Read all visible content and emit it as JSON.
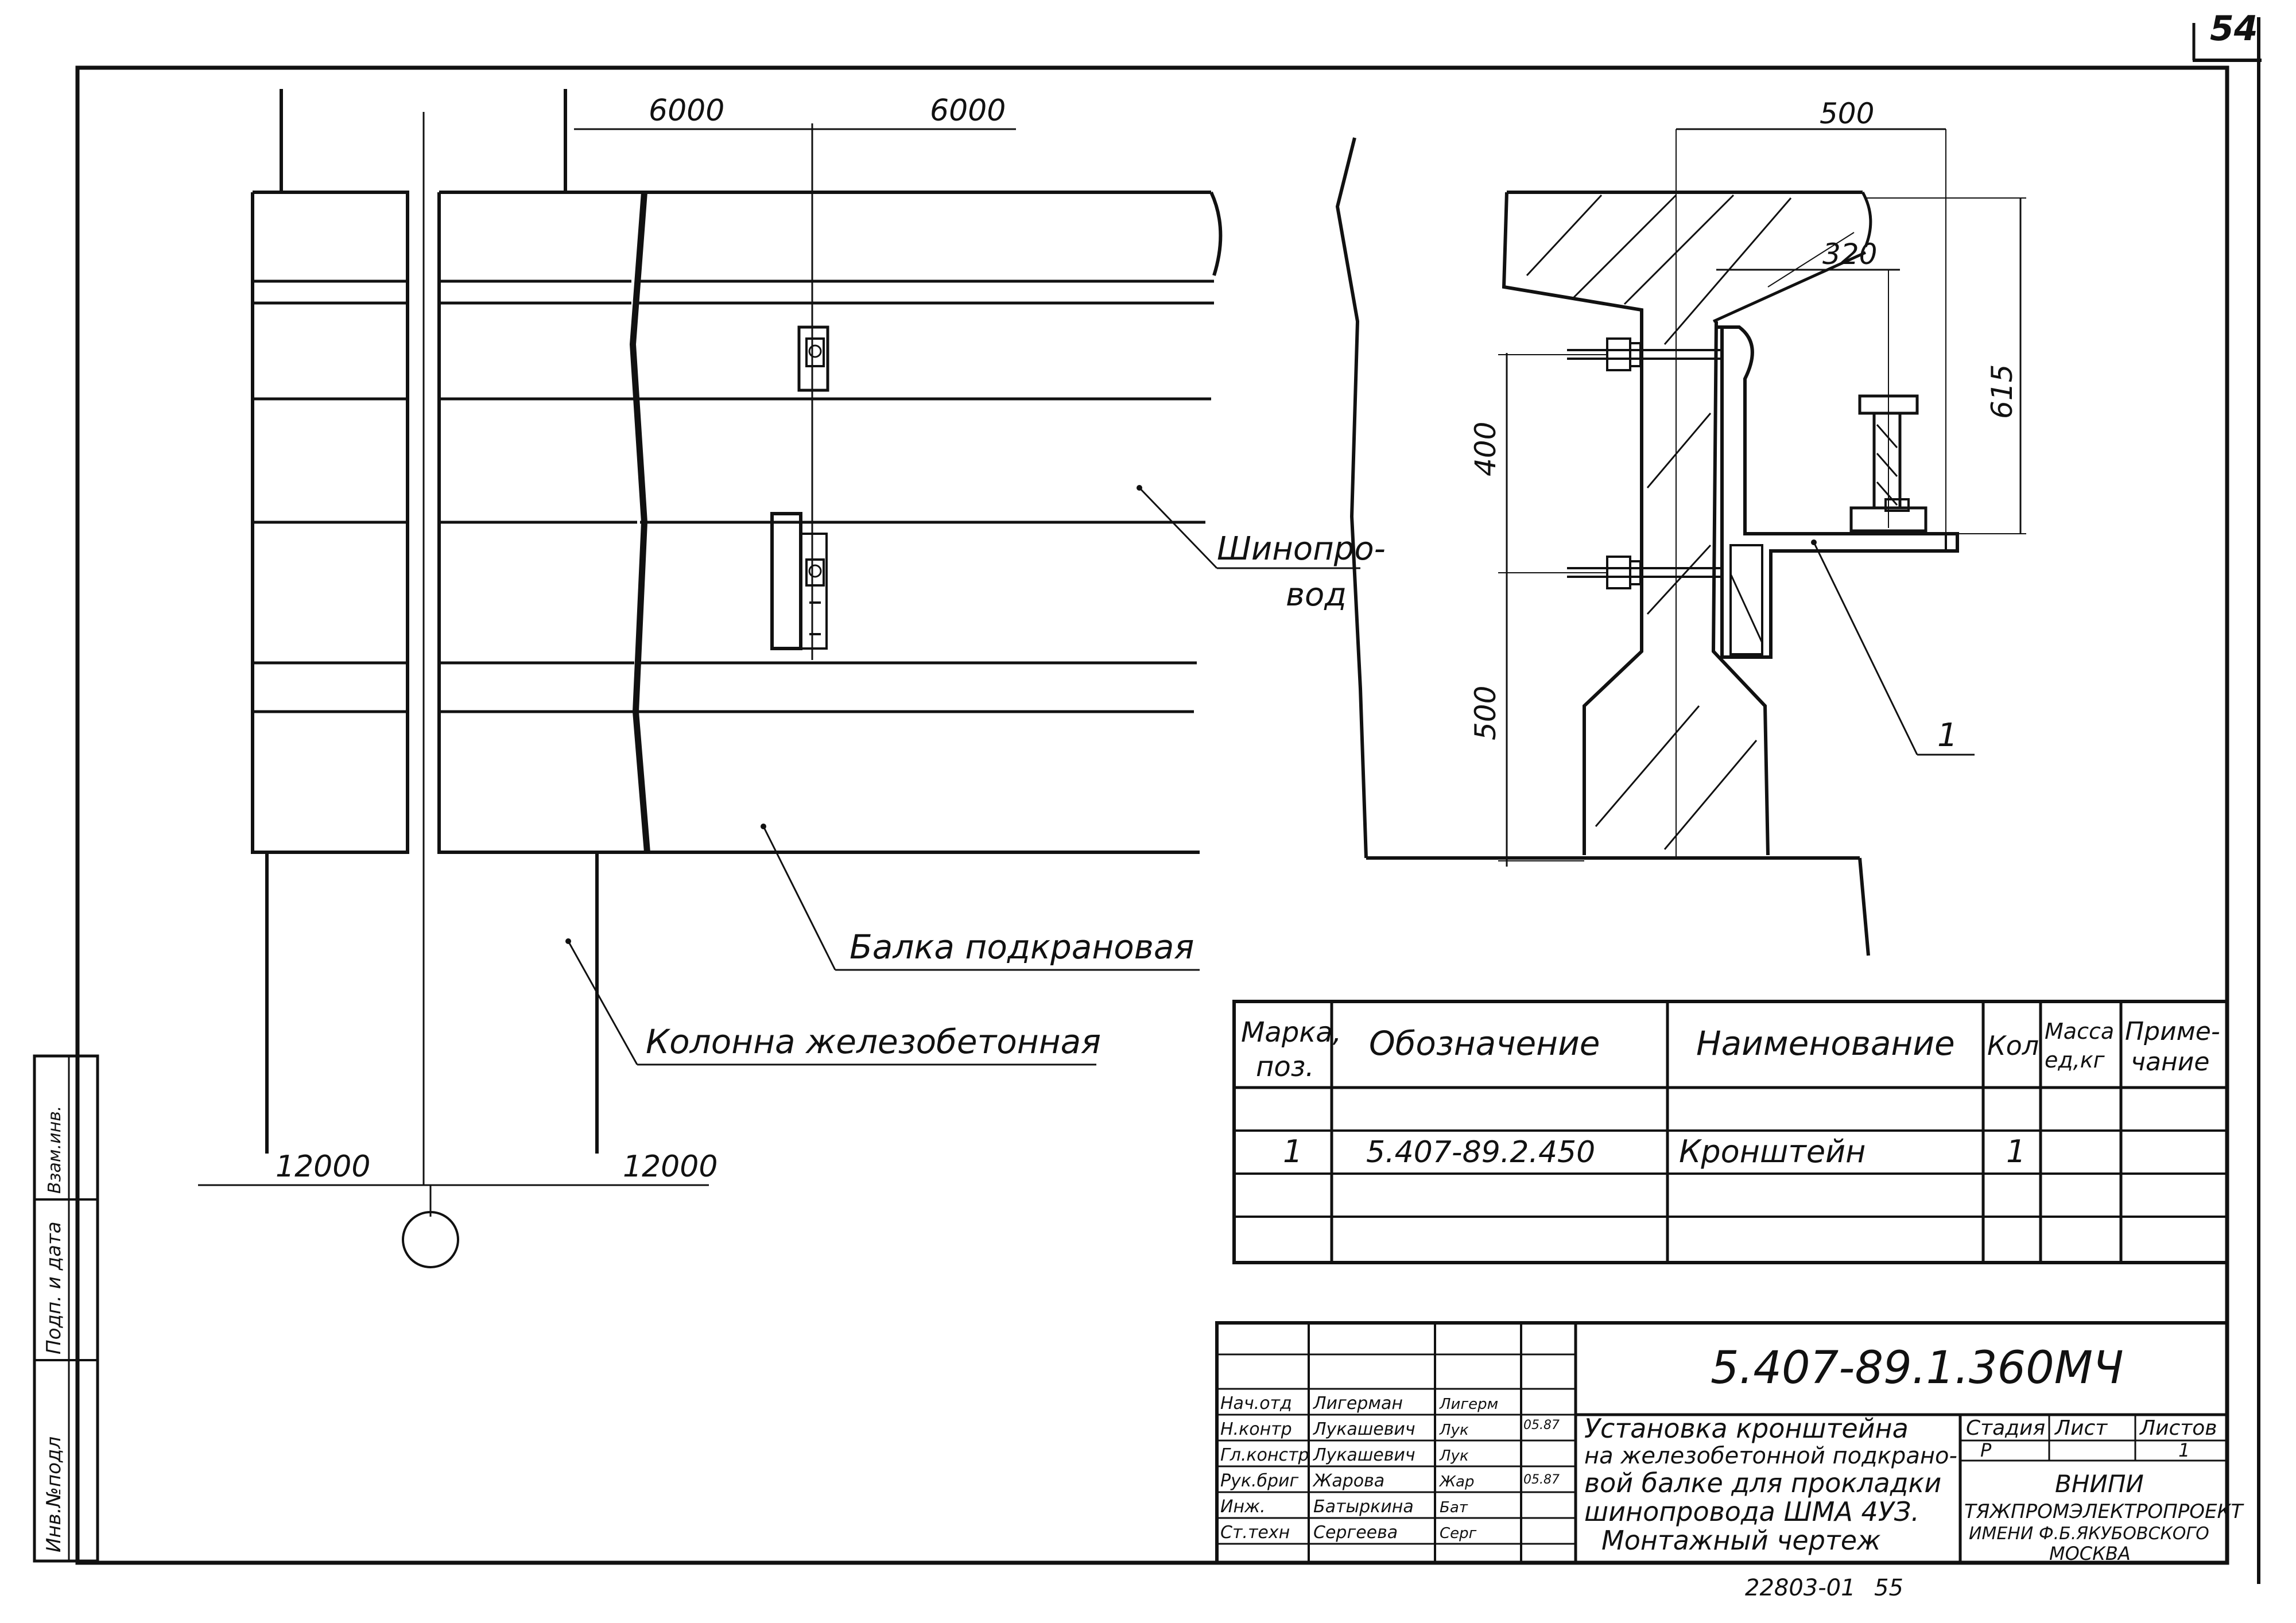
{
  "sheet_corner_number": "54",
  "plan_view": {
    "dims_top": [
      "6000",
      "6000"
    ],
    "dims_bottom": [
      "12000",
      "12000"
    ],
    "labels": {
      "busway": [
        "Шинопро-",
        "вод"
      ],
      "crane_beam": "Балка подкрановая",
      "column": "Колонна железобетонная"
    }
  },
  "section_view": {
    "dims": {
      "width_top": "500",
      "bracket": "320",
      "height_right": "615",
      "left_upper": "400",
      "left_lower": "500"
    },
    "callout": "1"
  },
  "specification": {
    "headers": {
      "mark": [
        "Марка,",
        "поз."
      ],
      "designation": "Обозначение",
      "name": "Наименование",
      "qty": "Кол",
      "mass": [
        "Масса",
        "ед,кг"
      ],
      "note": [
        "Приме-",
        "чание"
      ]
    },
    "rows": [
      {
        "mark": "1",
        "designation": "5.407-89.2.450",
        "name": "Кронштейн",
        "qty": "1",
        "mass": "",
        "note": ""
      }
    ]
  },
  "left_margin": {
    "stamps": [
      "Инв.№подл",
      "Подп. и дата",
      "Взам.инв."
    ]
  },
  "title_block": {
    "doc_code": "5.407-89.1.360МЧ",
    "signatures": [
      {
        "role": "Нач.отд",
        "name": "Лигерман",
        "sign": "Лигерм",
        "date": ""
      },
      {
        "role": "Н.контр",
        "name": "Лукашевич",
        "sign": "Лук",
        "date": "05.87"
      },
      {
        "role": "Гл.констр",
        "name": "Лукашевич",
        "sign": "Лук",
        "date": ""
      },
      {
        "role": "Рук.бриг",
        "name": "Жарова",
        "sign": "Жар",
        "date": "05.87"
      },
      {
        "role": "Инж.",
        "name": "Батыркина",
        "sign": "Бат",
        "date": ""
      },
      {
        "role": "Ст.техн",
        "name": "Сергеева",
        "sign": "Серг",
        "date": ""
      }
    ],
    "title_lines": [
      "Установка кронштейна",
      "на железобетонной подкрано-",
      "вой балке для прокладки",
      "шинопровода ШМА 4УЗ.",
      "Монтажный чертеж"
    ],
    "stage_headers": [
      "Стадия",
      "Лист",
      "Листов"
    ],
    "stage_values": [
      "Р",
      "",
      "1"
    ],
    "org": [
      "ВНИПИ",
      "ТЯЖПРОМЭЛЕКТРОПРОЕКТ",
      "ИМЕНИ Ф.Б.ЯКУБОВСКОГО",
      "МОСКВА"
    ],
    "archive_no": "22803-01",
    "page_no": "55"
  }
}
